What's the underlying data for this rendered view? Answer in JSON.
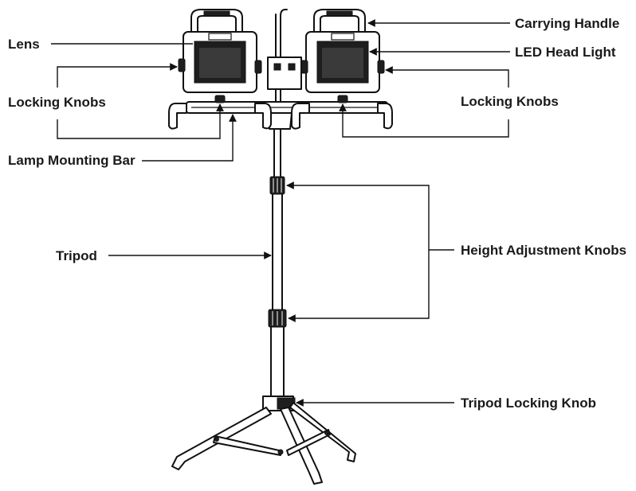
{
  "labels": {
    "carrying_handle": "Carrying Handle",
    "lens": "Lens",
    "led_head_light": "LED Head Light",
    "locking_knobs_left": "Locking Knobs",
    "locking_knobs_right": "Locking Knobs",
    "lamp_mounting_bar": "Lamp Mounting Bar",
    "tripod": "Tripod",
    "height_adjustment_knobs": "Height Adjustment Knobs",
    "tripod_locking_knob": "Tripod Locking Knob"
  },
  "colors": {
    "ink": "#111111",
    "background": "#ffffff"
  }
}
